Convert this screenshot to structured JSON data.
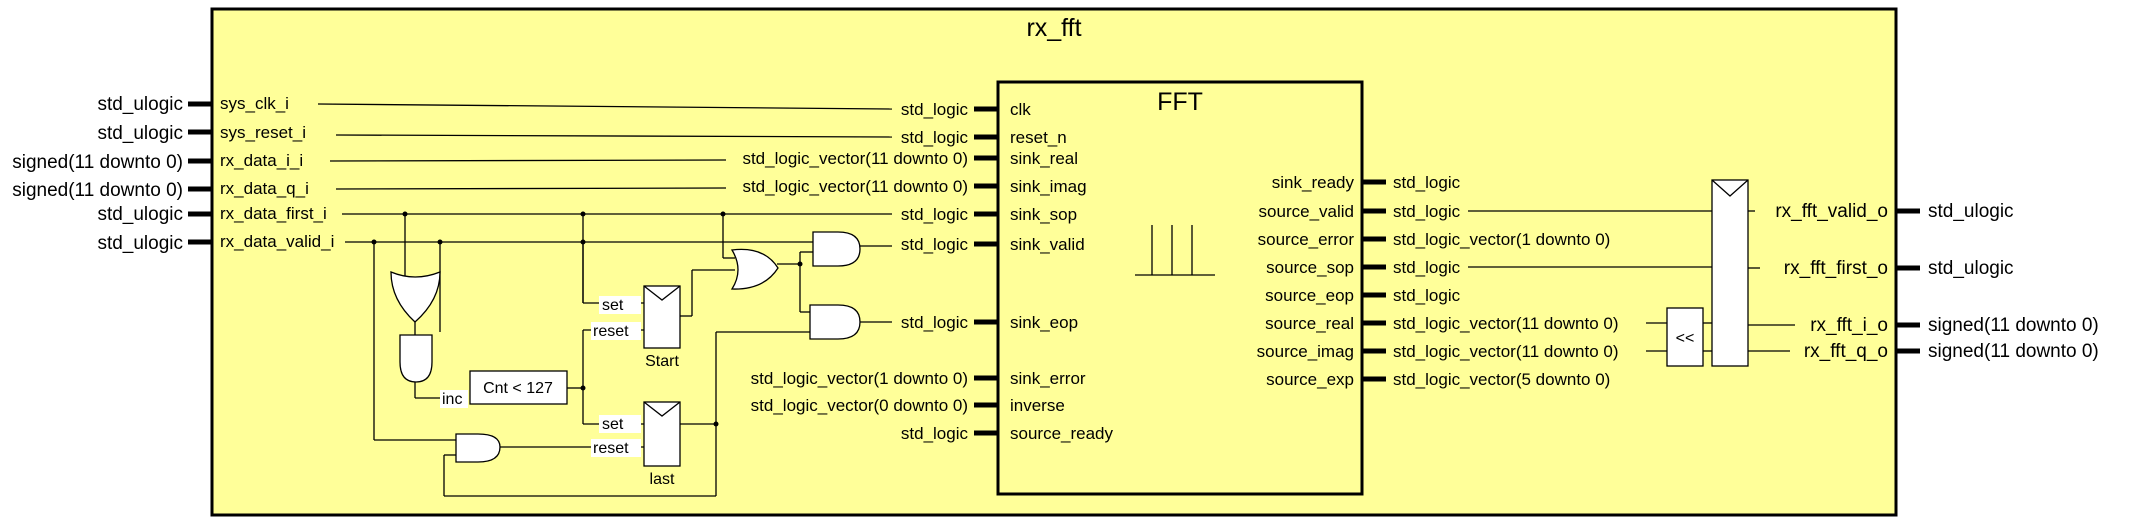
{
  "entity": {
    "title": "rx_fft"
  },
  "fft": {
    "title": "FFT"
  },
  "inputs": [
    {
      "type": "std_ulogic",
      "name": "sys_clk_i"
    },
    {
      "type": "std_ulogic",
      "name": "sys_reset_i"
    },
    {
      "type": "signed(11 downto 0)",
      "name": "rx_data_i_i"
    },
    {
      "type": "signed(11 downto 0)",
      "name": "rx_data_q_i"
    },
    {
      "type": "std_ulogic",
      "name": "rx_data_first_i"
    },
    {
      "type": "std_ulogic",
      "name": "rx_data_valid_i"
    }
  ],
  "fft_inputs": [
    {
      "type": "std_logic",
      "name": "clk"
    },
    {
      "type": "std_logic",
      "name": "reset_n"
    },
    {
      "type": "std_logic_vector(11 downto 0)",
      "name": "sink_real"
    },
    {
      "type": "std_logic_vector(11 downto 0)",
      "name": "sink_imag"
    },
    {
      "type": "std_logic",
      "name": "sink_sop"
    },
    {
      "type": "std_logic",
      "name": "sink_valid"
    },
    {
      "type": "std_logic",
      "name": "sink_eop"
    },
    {
      "type": "std_logic_vector(1 downto 0)",
      "name": "sink_error"
    },
    {
      "type": "std_logic_vector(0 downto 0)",
      "name": "inverse"
    },
    {
      "type": "std_logic",
      "name": "source_ready"
    }
  ],
  "fft_outputs": [
    {
      "name": "sink_ready",
      "type": "std_logic"
    },
    {
      "name": "source_valid",
      "type": "std_logic"
    },
    {
      "name": "source_error",
      "type": "std_logic_vector(1 downto 0)"
    },
    {
      "name": "source_sop",
      "type": "std_logic"
    },
    {
      "name": "source_eop",
      "type": "std_logic"
    },
    {
      "name": "source_real",
      "type": "std_logic_vector(11 downto 0)"
    },
    {
      "name": "source_imag",
      "type": "std_logic_vector(11 downto 0)"
    },
    {
      "name": "source_exp",
      "type": "std_logic_vector(5 downto 0)"
    }
  ],
  "outputs": [
    {
      "name": "rx_fft_valid_o",
      "type": "std_ulogic"
    },
    {
      "name": "rx_fft_first_o",
      "type": "std_ulogic"
    },
    {
      "name": "rx_fft_i_o",
      "type": "signed(11 downto 0)"
    },
    {
      "name": "rx_fft_q_o",
      "type": "signed(11 downto 0)"
    }
  ],
  "logic": {
    "start_ff": {
      "set": "set",
      "reset": "reset",
      "label": "Start"
    },
    "last_ff": {
      "set": "set",
      "reset": "reset",
      "label": "last"
    },
    "counter": {
      "label": "Cnt < 127",
      "inc": "inc"
    },
    "shift": {
      "label": "<<"
    }
  },
  "colors": {
    "fill": "#ffff99",
    "line": "#000000"
  }
}
